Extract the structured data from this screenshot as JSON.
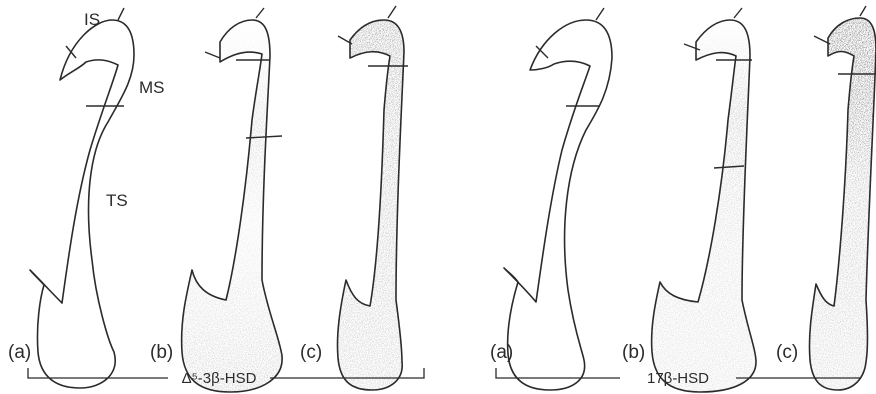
{
  "segment_labels": {
    "is": "IS",
    "ms": "MS",
    "ts": "TS"
  },
  "panels": [
    "(a)",
    "(b)",
    "(c)",
    "(a)",
    "(b)",
    "(c)"
  ],
  "groups": [
    {
      "label": "Δ⁵-3β-HSD"
    },
    {
      "label": "17β-HSD"
    }
  ],
  "colors": {
    "ink": "#2b2b2b",
    "background": "#ffffff"
  }
}
